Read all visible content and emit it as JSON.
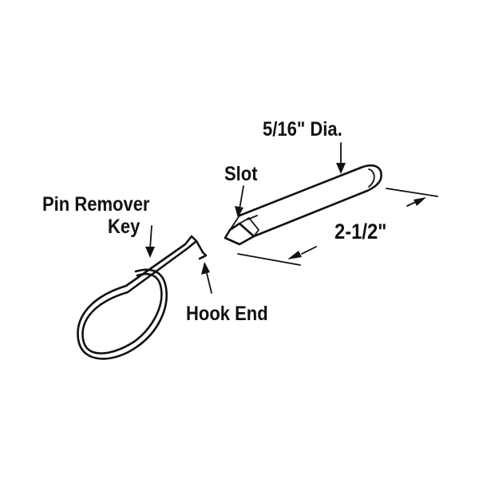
{
  "labels": {
    "diameter": "5/16\" Dia.",
    "slot": "Slot",
    "pin_remover_line1": "Pin Remover",
    "pin_remover_line2": "Key",
    "length": "2-1/2\"",
    "hook_end": "Hook End"
  },
  "colors": {
    "ink": "#111111",
    "background": "#ffffff"
  }
}
